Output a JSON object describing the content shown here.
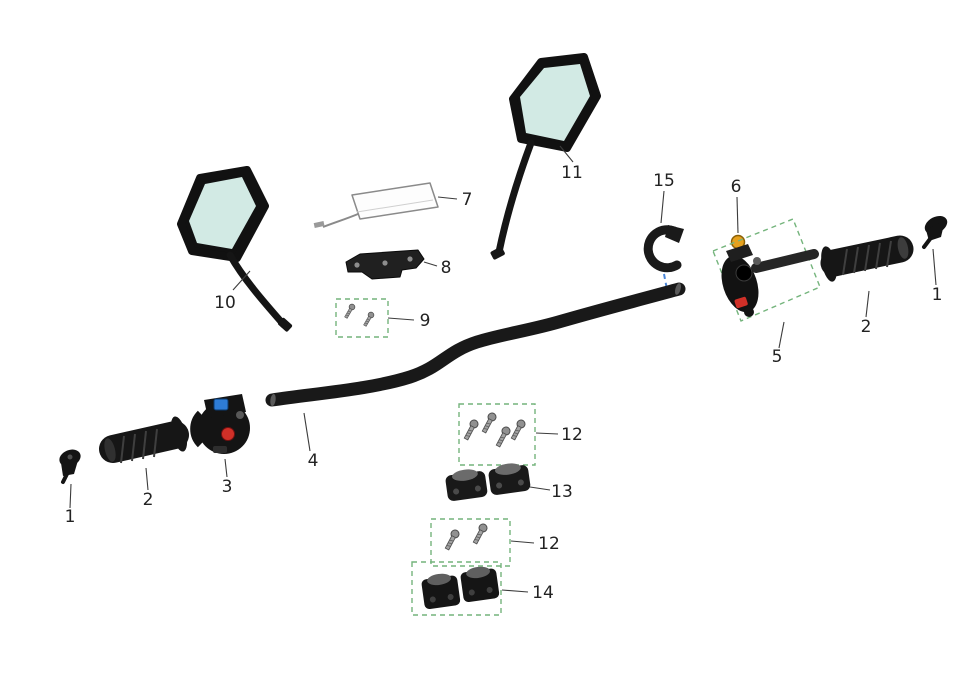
{
  "diagram": {
    "type": "exploded-parts-diagram",
    "subject": "handlebar-assembly",
    "background": "#ffffff",
    "colors": {
      "part_dark": "#171717",
      "mirror_glass": "#d2eae4",
      "callout_box_green": "#74b47c",
      "guide_dash_blue": "#4a86d8",
      "switch_blue": "#2e7cd6",
      "switch_red": "#d03028",
      "cap_orange": "#e6a11e",
      "label_text": "#222222",
      "leader_line": "#3c3c3c"
    },
    "callouts": {
      "c1_left": "1",
      "c1_right": "1",
      "c2_left": "2",
      "c2_right": "2",
      "c3": "3",
      "c4": "4",
      "c5": "5",
      "c6": "6",
      "c7": "7",
      "c8": "8",
      "c9": "9",
      "c10": "10",
      "c11": "11",
      "c12_upper": "12",
      "c12_lower": "12",
      "c13": "13",
      "c14": "14",
      "c15": "15"
    }
  }
}
